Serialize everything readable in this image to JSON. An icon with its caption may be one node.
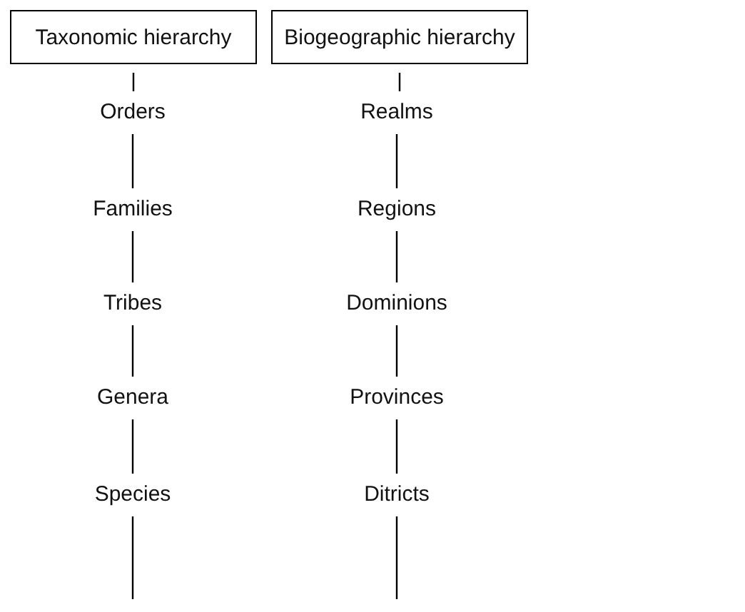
{
  "diagram": {
    "nodes": [
      {
        "text": [
          "Taxonomic hierarchy"
        ]
      },
      {
        "text": [
          "Biogeographic hierarchy"
        ]
      },
      {
        "text": [
          "Orders"
        ]
      },
      {
        "text": [
          "Families"
        ]
      },
      {
        "text": [
          "Tribes"
        ]
      },
      {
        "text": [
          "Genera"
        ]
      },
      {
        "text": [
          "Species"
        ]
      },
      {
        "text": [
          "Realms"
        ]
      },
      {
        "text": [
          "Regions"
        ]
      },
      {
        "text": [
          "Dominions"
        ]
      },
      {
        "text": [
          "Provinces"
        ]
      },
      {
        "text": [
          "Ditricts"
        ]
      }
    ],
    "edges": [
      {
        "from": 0,
        "to": 2,
        "arrow": "none"
      },
      {
        "from": 2,
        "to": 3,
        "arrow": "none"
      },
      {
        "from": 3,
        "to": 4,
        "arrow": "none"
      },
      {
        "from": 4,
        "to": 5,
        "arrow": "none"
      },
      {
        "from": 5,
        "to": 6,
        "arrow": "none"
      },
      {
        "from": 6,
        "to": null,
        "arrow": "none"
      },
      {
        "from": 1,
        "to": 7,
        "arrow": "none"
      },
      {
        "from": 7,
        "to": 8,
        "arrow": "none"
      },
      {
        "from": 8,
        "to": 9,
        "arrow": "none"
      },
      {
        "from": 9,
        "to": 10,
        "arrow": "none"
      },
      {
        "from": 10,
        "to": 11,
        "arrow": "none"
      },
      {
        "from": 11,
        "to": null,
        "arrow": "none"
      }
    ]
  }
}
